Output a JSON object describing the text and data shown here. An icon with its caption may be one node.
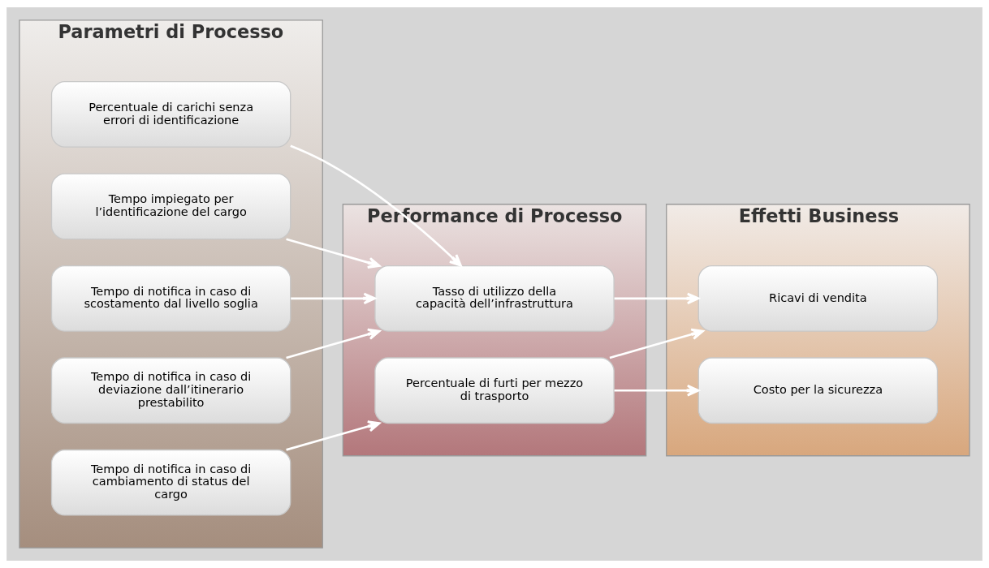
{
  "diagram": {
    "nodes": [
      {
        "text": [
          "Parametri di Processo"
        ]
      },
      {
        "text": [
          "Percentuale di carichi senza errori di identificazione"
        ],
        "in": 0
      },
      {
        "text": [
          "Tempo impiegato per l’identificazione del cargo"
        ],
        "in": 0
      },
      {
        "text": [
          "Tempo di notifica in caso di scostamento dal livello soglia"
        ],
        "in": 0
      },
      {
        "text": [
          "Tempo di notifica in caso di deviazione dall’itinerario prestabilito"
        ],
        "in": 0
      },
      {
        "text": [
          "Tempo di notifica in caso di cambiamento di status del cargo"
        ],
        "in": 0
      },
      {
        "text": [
          "Performance di Processo"
        ]
      },
      {
        "text": [
          "Tasso di utilizzo della capacità dell’infrastruttura"
        ],
        "in": 6
      },
      {
        "text": [
          "Percentuale di furti per mezzo di trasporto"
        ],
        "in": 6
      },
      {
        "text": [
          "Effetti Business"
        ]
      },
      {
        "text": [
          "Ricavi di vendita"
        ],
        "in": 9
      },
      {
        "text": [
          "Costo per la sicurezza"
        ],
        "in": 9
      }
    ],
    "edges": [
      {
        "from": 1,
        "to": 7,
        "arrow": "to"
      },
      {
        "from": 2,
        "to": 7,
        "arrow": "to"
      },
      {
        "from": 3,
        "to": 7,
        "arrow": "to"
      },
      {
        "from": 4,
        "to": 7,
        "arrow": "to"
      },
      {
        "from": 5,
        "to": 8,
        "arrow": "to"
      },
      {
        "from": 7,
        "to": 10,
        "arrow": "to"
      },
      {
        "from": 8,
        "to": 10,
        "arrow": "to"
      },
      {
        "from": 8,
        "to": 11,
        "arrow": "to"
      }
    ]
  }
}
